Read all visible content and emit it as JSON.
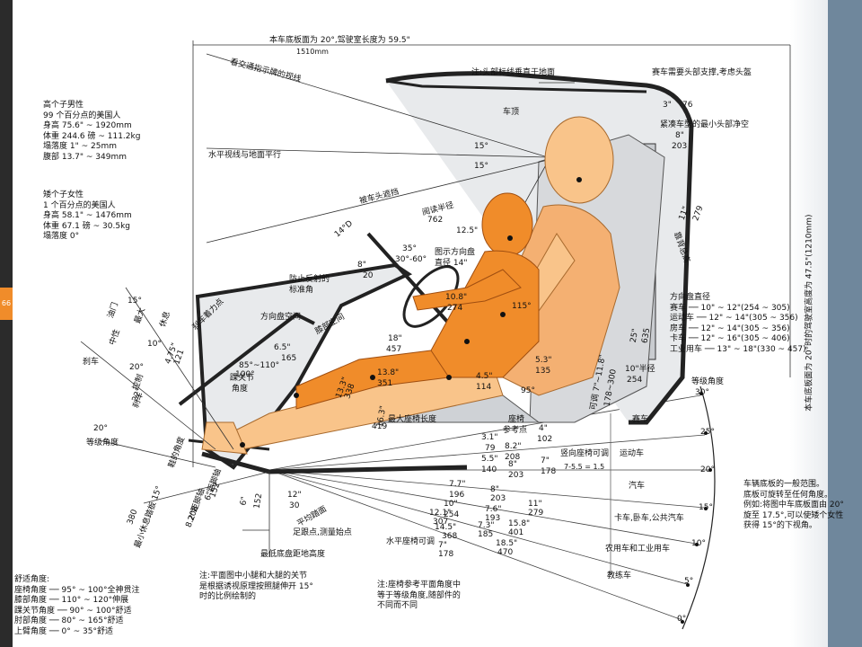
{
  "page_tab": "66",
  "colors": {
    "accent": "#f08c2a",
    "skin_light": "#f9c48a",
    "panel": "#6f879c"
  },
  "top": {
    "label_length": "本车底板面为 20°,驾驶室长度为 59.5\"",
    "label_mm": "1510mm",
    "head_note": "注:头部标线垂直于地面",
    "race_note": "赛车需要头部支撑,考虑头盔",
    "sight_label": "看交通指示牌的视线",
    "roof": "车顶",
    "horizontal_sight": "水平视线与地面平行",
    "min_head_clear": "紧凑车型的最小头部净空",
    "dim_3": "3\"",
    "dim_76": "76",
    "dim_8": "8\"",
    "dim_203": "203",
    "angle_15a": "15°",
    "angle_15b": "15°",
    "roof_block": "被车头遮挡",
    "eye_radius": "阅读半径",
    "eye_762": "762",
    "dim_12_5": "12.5\"",
    "dim_14": "14°D",
    "dim_35": "35°",
    "dim_30_60": "30°-60°",
    "wheel_center": "图示方向盘",
    "wheel_dia": "直径 14\"",
    "reflect_point": "防止反射的",
    "reflect_point2": "标准角",
    "brake_point": "刹车着力点",
    "wheel_space": "方向盘空间",
    "dim_8_20": "8\"",
    "dim_20": "20",
    "dim_6_5": "6.5\"",
    "dim_165": "165",
    "knee": "膝部空间",
    "back_height": "靠背总高",
    "dim_11": "11\"",
    "dim_279": "279",
    "dim_25": "25\"",
    "dim_635": "635",
    "seat_ref": "座椅",
    "seat_ref2": "参考点",
    "dim_47_5": "本车底板面为 20°时的驾驶室高度为 47.5\"(1210mm)"
  },
  "male": {
    "title": "高个子男性",
    "line1": "99 个百分点的美国人",
    "line2": "身高 75.6\" ~ 1920mm",
    "line3": "体重 244.6 磅 ~ 111.2kg",
    "line4": "塌落度 1\" ~ 25mm",
    "line5": "腹部 13.7\" ~ 349mm"
  },
  "female": {
    "title": "矮个子女性",
    "line1": "1 个百分点的美国人",
    "line2": "身高 58.1\" ~ 1476mm",
    "line3": "体重 67.1 磅 ~ 30.5kg",
    "line4": "塌落度 0°"
  },
  "steering": {
    "title": "方向盘直径",
    "race": "赛车 ── 10\" ~ 12\"(254 ~ 305)",
    "sport": "运动车 ── 12\" ~ 14\"(305 ~ 356)",
    "sedan": "房车 ── 12\" ~ 14\"(305 ~ 356)",
    "truck": "卡车 ── 12\" ~ 16\"(305 ~ 406)",
    "industrial": "工业用车 ── 13\" ~ 18\"(330 ~ 457)"
  },
  "pedal": {
    "throttle": "油门",
    "max": "最大",
    "rest": "休息",
    "neutral": "中性",
    "brake": "刹车",
    "control": "控制",
    "brake2": "刹车",
    "angle_15": "15°",
    "angle_10": "10°",
    "angle_20": "20°",
    "angle_22": "22°",
    "dim_4_75": "4.75\"",
    "dim_121": "121",
    "ankle_angle": "踝关节",
    "ankle_angle2": "角度",
    "knee_range": "85°~110°",
    "knee_100": "100°",
    "level_angle_20": "20°",
    "level_angle": "等级角度",
    "heel_angle": "鞋的角度",
    "min_hip": "最小休息踏板 15°",
    "heel_point": "足跟点,测量始点",
    "min_floor": "最低底盘距地高度",
    "dim_6": "6\"",
    "dim_152": "152",
    "dim_6_152": "152",
    "dim_6b": "6\"距脚轴",
    "dim_8_2": "8.2\"距脚轴",
    "dim_208": "208",
    "dim_380": "380",
    "dim_12": "12\"",
    "dim_30": "30",
    "flat_pedal": "平均踏面"
  },
  "seat": {
    "small_thigh": "小腿",
    "dim_10_8": "10.8\"",
    "dim_274": "274",
    "dim_18": "18\"",
    "dim_457": "457",
    "dim_13_8": "13.8\"",
    "dim_351": "351",
    "dim_13_3": "13.3\"",
    "dim_338": "338",
    "dim_4_5": "4.5\"",
    "dim_114": "114",
    "dim_5_3": "5.3\"",
    "dim_135": "135",
    "dim_10_r": "10\"半径",
    "dim_254": "254",
    "dim_95": "95°",
    "dim_115": "115°",
    "dim_7": "7\"~11.8\"",
    "dim_178_300": "178~300",
    "seat_adjust": "可调 7\"~11.8\"",
    "max_back": "最大座椅长度",
    "dim_16_3": "16.3\"",
    "dim_419": "419",
    "dim_4": "4\"",
    "dim_102": "102",
    "dim_3_1": "3.1\"",
    "dim_79": "79",
    "dim_8_2s": "8.2\"",
    "dim_208s": "208",
    "dim_5_5": "5.5\"",
    "dim_140": "140",
    "dim_8_s": "8\"",
    "dim_203s": "203",
    "dim_7_s": "7\"",
    "dim_178s": "178",
    "vert_adjust": "竖向座椅可调",
    "vert_adjust2": "7-5.5 = 1.5",
    "level_angle_title": "等级角度"
  },
  "grade": {
    "a30": "30°",
    "a25": "25°",
    "a20": "20°",
    "a15": "15°",
    "a10": "10°",
    "a5": "5°",
    "a0": "0°",
    "race": "赛车",
    "sport": "运动车",
    "car": "汽车",
    "truck_car": "卡车,卧车,公共汽车",
    "farm": "农用车和工业用车",
    "tractor": "教练车"
  },
  "horizontal": {
    "h_adjust": "水平座椅可调",
    "d1": "7.7\"",
    "d1b": "196",
    "d2": "8\"",
    "d2b": "203",
    "d3": "10\"",
    "d3b": "254",
    "d4": "7.6\"",
    "d4b": "193",
    "d5": "11\"",
    "d5b": "279",
    "d6": "12.1\"",
    "d6b": "307",
    "d7": "7.3\"",
    "d7b": "185",
    "d8": "14.5\"",
    "d8b": "368",
    "d9": "15.8\"",
    "d9b": "401",
    "d10": "18.5\"",
    "d10b": "470",
    "d11": "7\"",
    "d11b": "178"
  },
  "floor_range": {
    "line1": "车辆底板的一般范围。",
    "line2": "底板可旋转至任何角度。",
    "line3": "例如:将图中车底板面由 20°",
    "line4": "旋至 17.5°,可以使矮个女性",
    "line5": "获得 15°的下视角。"
  },
  "comfort": {
    "title": "舒适角度:",
    "l1": "座椅角度 ── 95° ~ 100°全神贯注",
    "l2": "膝部角度 ── 110° ~ 120°伸展",
    "l3": "踝关节角度 ── 90° ~ 100°舒适",
    "l4": "肘部角度 ── 80° ~ 165°舒适",
    "l5": "上臂角度 ── 0° ~ 35°舒适"
  },
  "notes": {
    "n1a": "注:平面图中小腿和大腿的关节",
    "n1b": "是根据诱视原理按照腿伸开 15°",
    "n1c": "时的比例绘制的",
    "n2a": "注:座椅参考平面角度中",
    "n2b": "等于等级角度,随部件的",
    "n2c": "不同而不同"
  }
}
